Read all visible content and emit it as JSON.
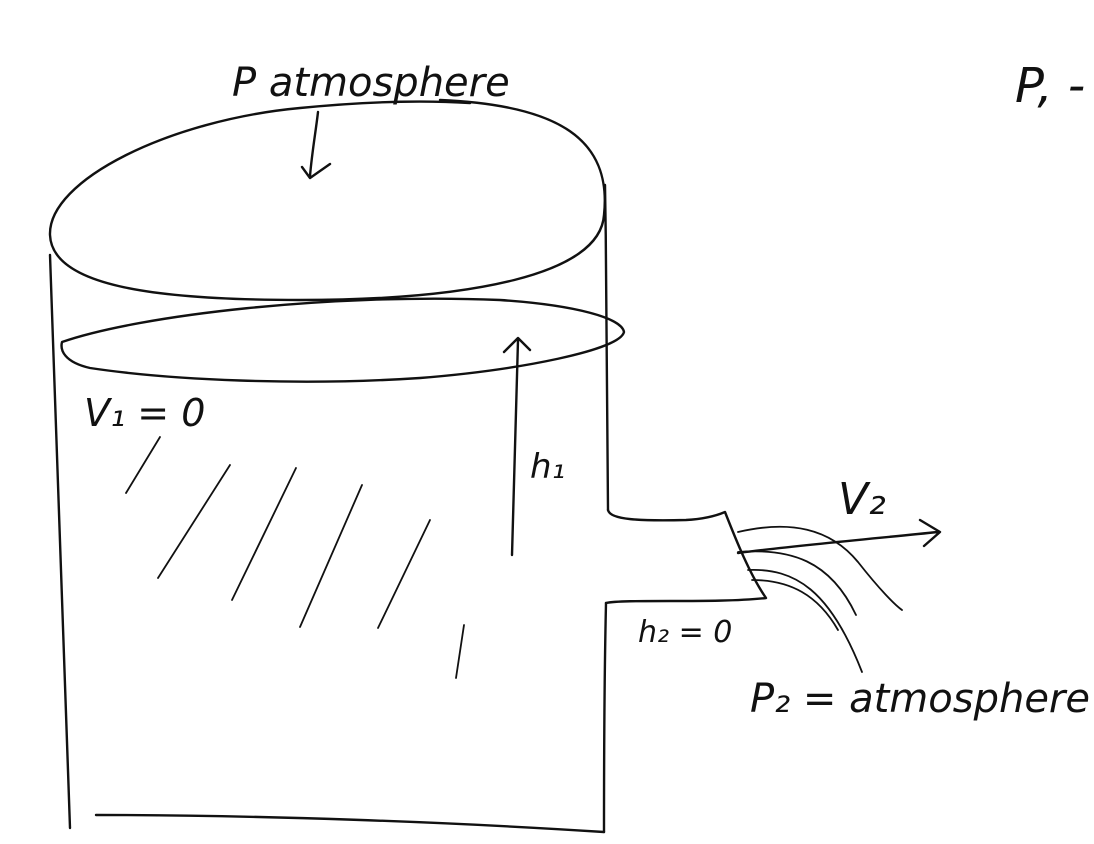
{
  "labels": {
    "top_pressure": "P atmosphere",
    "corner_pressure": "P, -",
    "v1": "V₁ = 0",
    "h1": "h₁",
    "v2": "V₂",
    "h2": "h₂ = 0",
    "p2": "P₂ = atmosphere"
  }
}
